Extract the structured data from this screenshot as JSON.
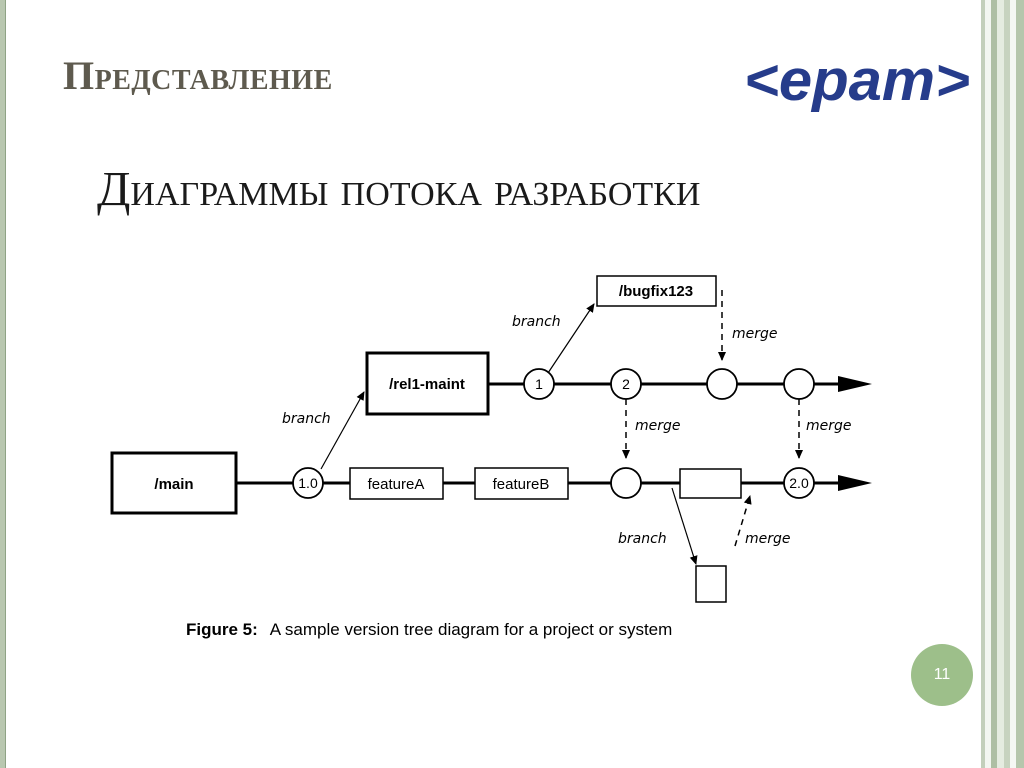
{
  "slide": {
    "kicker": "Представление",
    "title": "Диаграммы потока разработки",
    "logo_text": "<epam>",
    "page_number": "11"
  },
  "colors": {
    "kicker": "#5e5a4e",
    "logo": "#263c8b",
    "badge": "#9dbf8a",
    "frame": "#b6c6ac"
  },
  "diagram": {
    "boxes": {
      "main": "/main",
      "rel1_maint": "/rel1-maint",
      "bugfix123": "/bugfix123",
      "featureA": "featureA",
      "featureB": "featureB"
    },
    "nodes": {
      "v1_0": "1.0",
      "v1": "1",
      "v2": "2",
      "v2_0": "2.0"
    },
    "edges": {
      "branch_rel1": "branch",
      "branch_bugfix": "branch",
      "branch_sub": "branch",
      "merge_bugfix": "merge",
      "merge_rel1_2": "merge",
      "merge_rel1_end": "merge",
      "merge_sub": "merge"
    },
    "caption": {
      "label": "Figure 5:",
      "text": "A sample version tree diagram for a project or system"
    }
  }
}
